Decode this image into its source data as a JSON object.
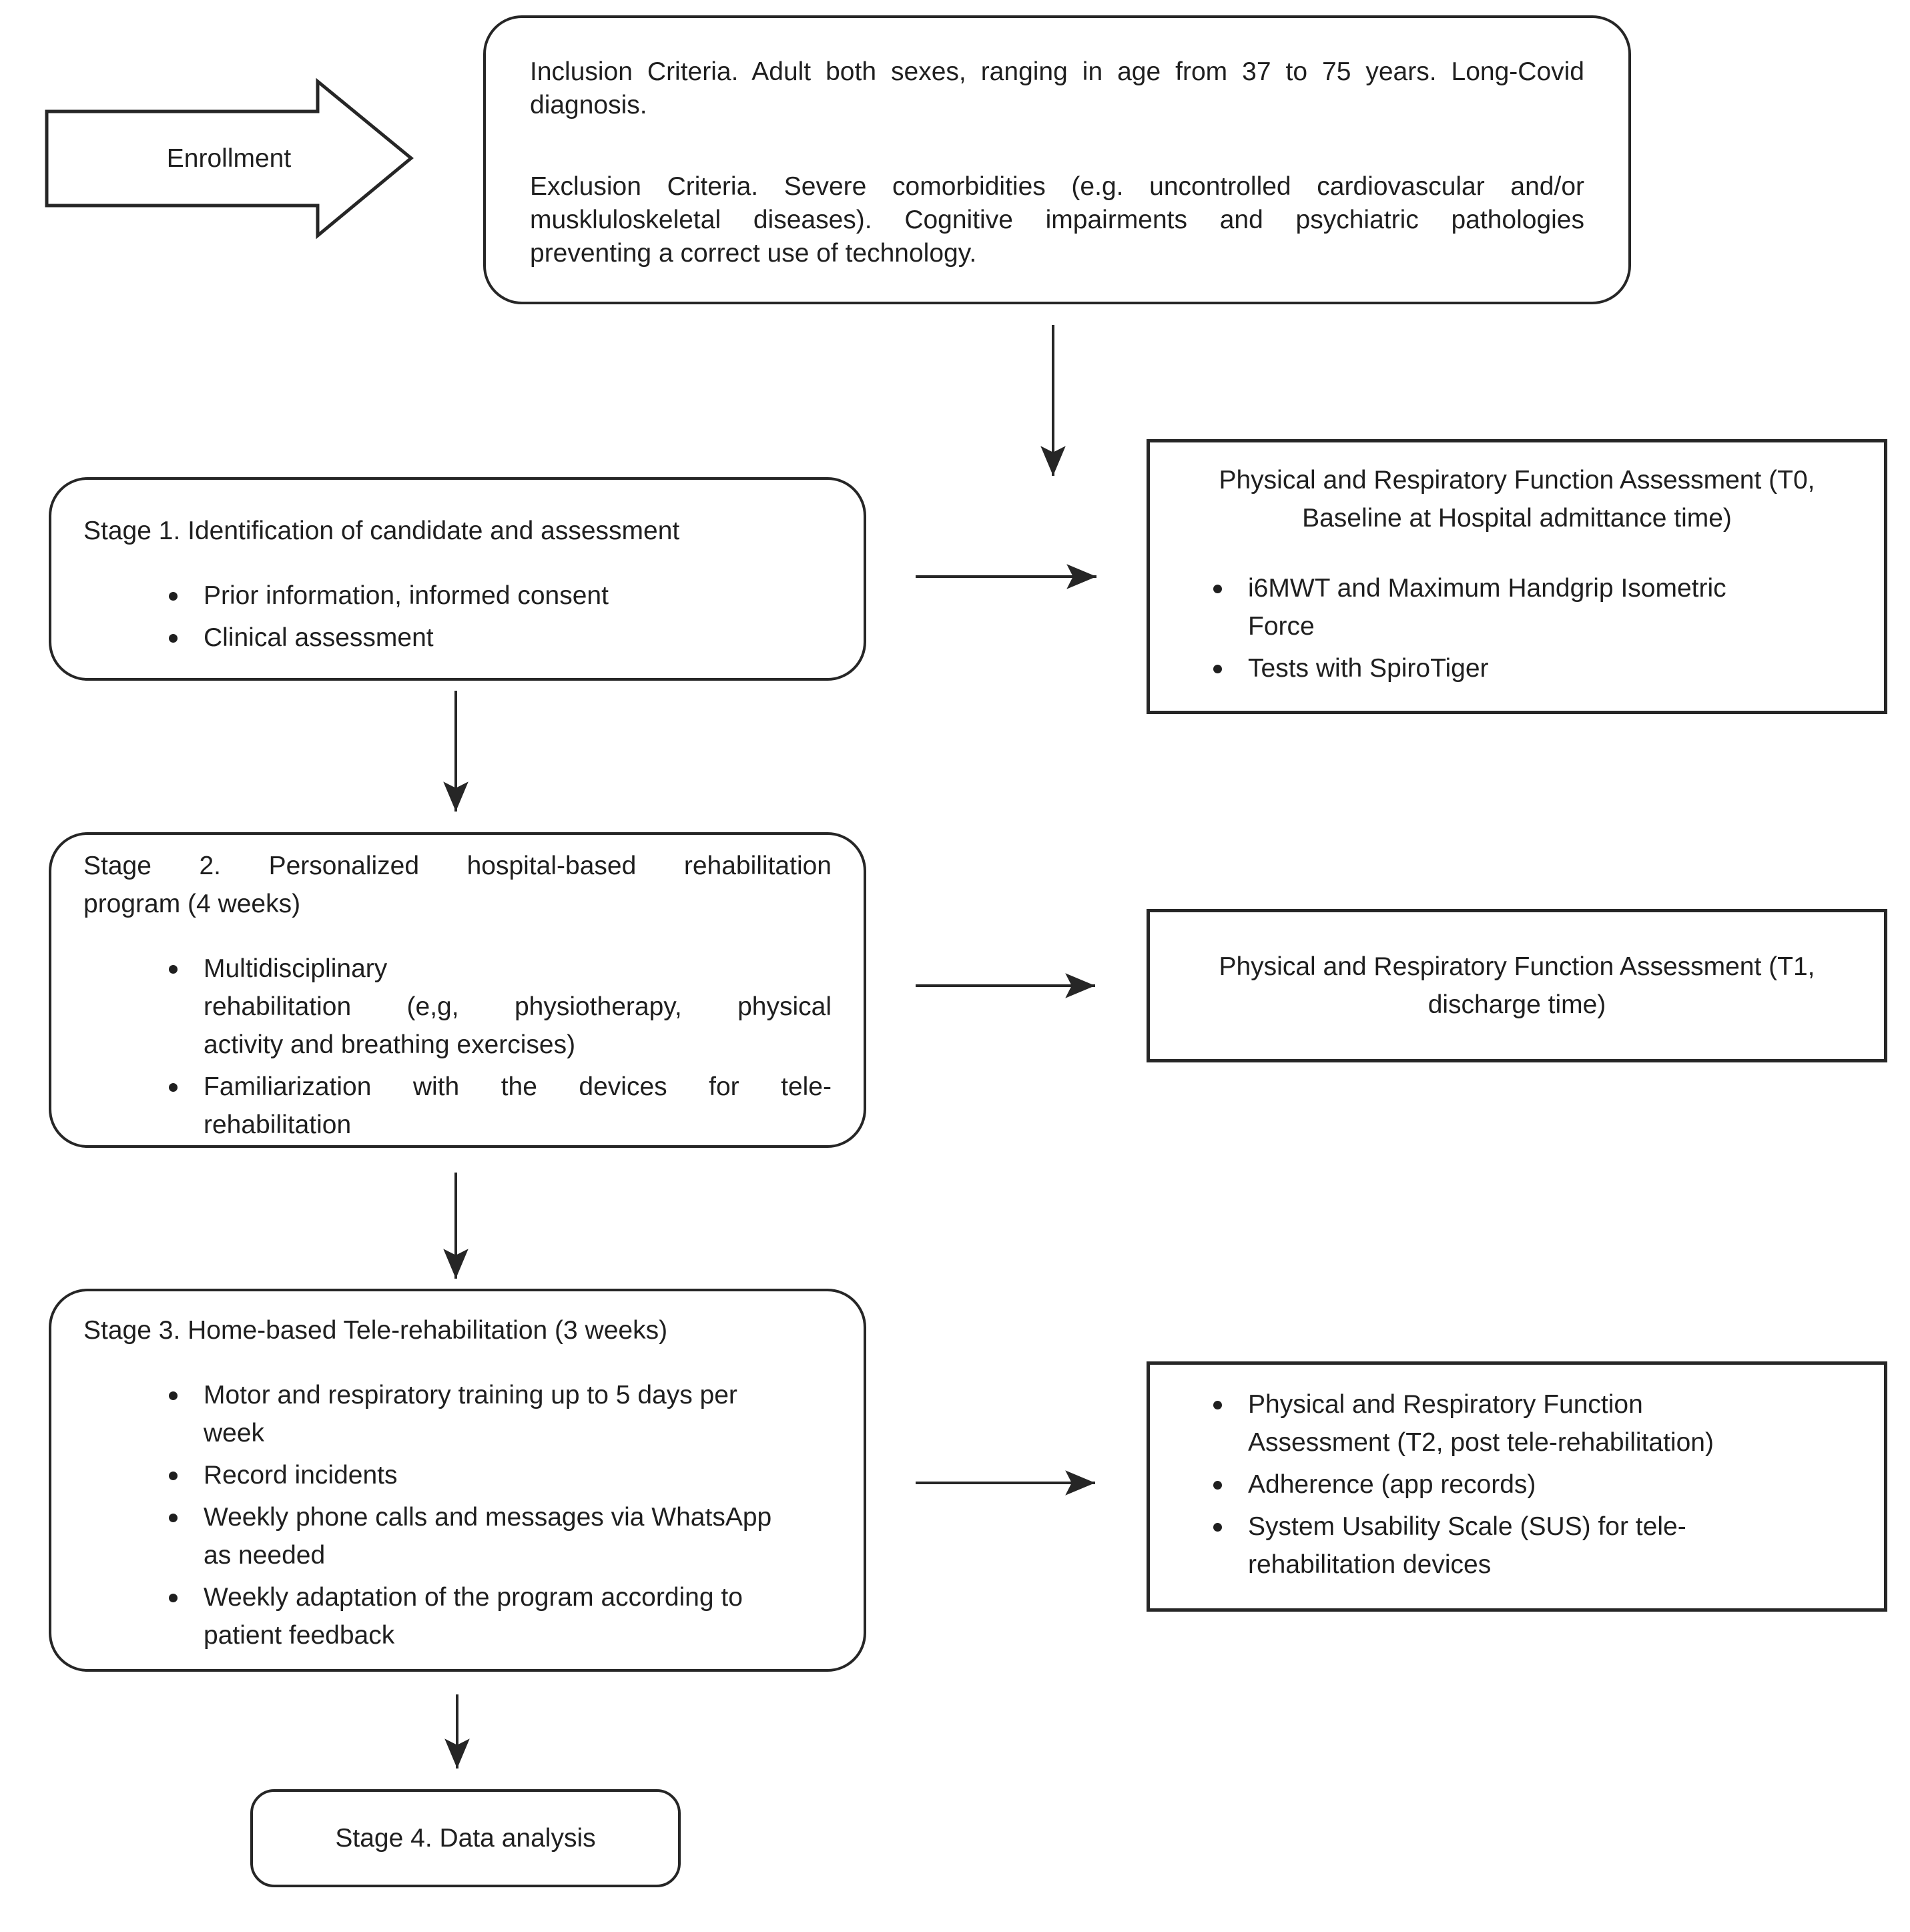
{
  "colors": {
    "stroke": "#262626",
    "text": "#1f1f1f",
    "background": "#ffffff"
  },
  "enrollment": {
    "label": "Enrollment"
  },
  "criteria_box": {
    "paragraph1_lines": [
      "Inclusion Criteria. Adult both sexes, ranging in age from 37 to 75 years. Long-Covid",
      "diagnosis."
    ],
    "paragraph2_lines": [
      "Exclusion Criteria. Severe comorbidities (e.g. uncontrolled cardiovascular and/or",
      "muskluloskeletal diseases). Cognitive impairments and psychiatric pathologies",
      "preventing a correct use of technology."
    ]
  },
  "stage1": {
    "title": "Stage 1. Identification of candidate and assessment",
    "bullets": [
      [
        "Prior information, informed consent"
      ],
      [
        "Clinical assessment"
      ]
    ]
  },
  "t0_box": {
    "title_lines": [
      "Physical and Respiratory Function Assessment (T0,",
      "Baseline at Hospital admittance time)"
    ],
    "bullets": [
      [
        "i6MWT and Maximum Handgrip Isometric",
        "Force"
      ],
      [
        "Tests with SpiroTiger"
      ]
    ]
  },
  "stage2": {
    "title_lines": [
      "Stage 2. Personalized hospital-based rehabilitation",
      "program (4 weeks)"
    ],
    "bullets": [
      [
        "Multidisciplinary",
        "rehabilitation (e,g, physiotherapy, physical",
        "activity and breathing exercises)"
      ],
      [
        "Familiarization with the devices for tele-",
        "rehabilitation"
      ]
    ]
  },
  "t1_box": {
    "title_lines": [
      "Physical and Respiratory Function Assessment (T1,",
      "discharge time)"
    ]
  },
  "stage3": {
    "title": "Stage 3. Home-based Tele-rehabilitation (3 weeks)",
    "bullets": [
      [
        "Motor and respiratory training up to 5 days per",
        "week"
      ],
      [
        "Record incidents"
      ],
      [
        "Weekly phone calls and messages via WhatsApp",
        "as needed"
      ],
      [
        "Weekly adaptation of the program according to",
        "patient feedback"
      ]
    ]
  },
  "t2_box": {
    "bullets": [
      [
        "Physical and Respiratory Function",
        "Assessment (T2, post tele-rehabilitation)"
      ],
      [
        "Adherence (app records)"
      ],
      [
        "System Usability Scale (SUS) for tele-",
        "rehabilitation devices"
      ]
    ]
  },
  "stage4": {
    "title": "Stage 4. Data analysis"
  }
}
